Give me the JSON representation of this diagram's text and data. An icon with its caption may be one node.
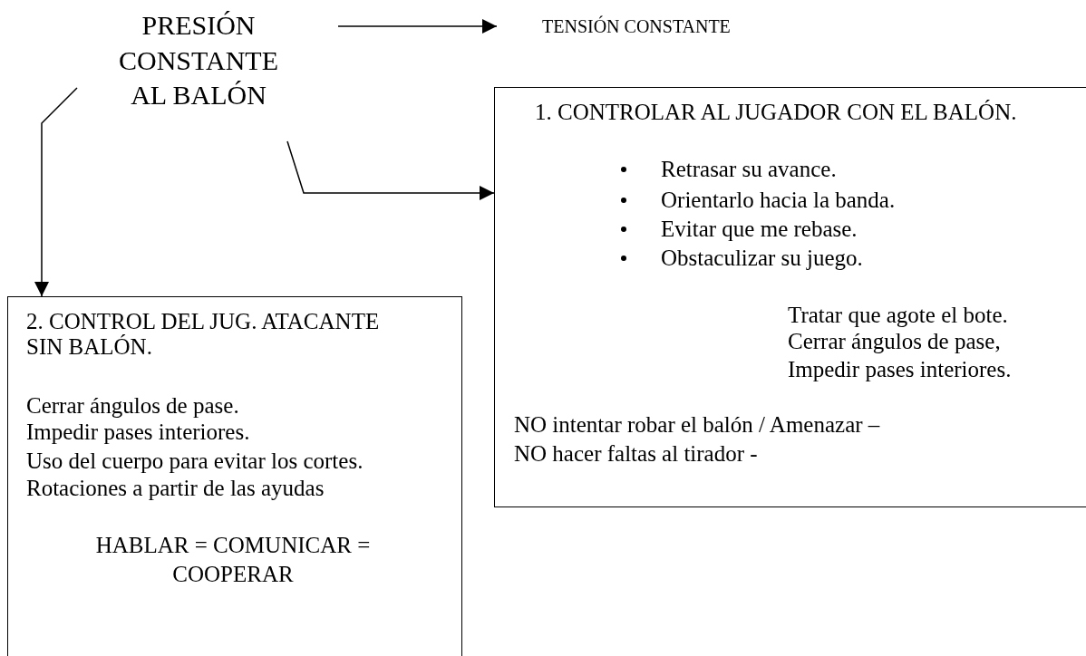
{
  "diagram": {
    "nodes": [
      {
        "text": [
          "PRESIÓN CONSTANTE AL BALÓN"
        ]
      },
      {
        "text": [
          "TENSIÓN CONSTANTE"
        ]
      },
      {
        "text": [
          "1. CONTROLAR AL JUGADOR CON EL BALÓN.",
          "Retrasar su avance.",
          "Orientarlo hacia la banda.",
          "Evitar que me rebase.",
          "Obstaculizar su juego.",
          "Tratar que agote el bote.",
          "Cerrar ángulos de pase,",
          "Impedir pases interiores.",
          "NO intentar robar el balón / Amenazar –",
          "NO hacer faltas al tirador -"
        ]
      },
      {
        "text": [
          "2. CONTROL DEL JUG. ATACANTE SIN BALÓN.",
          "Cerrar ángulos de pase.",
          "Impedir pases interiores.",
          "Uso del cuerpo para evitar los cortes.",
          "Rotaciones a partir de las ayudas",
          "HABLAR = COMUNICAR = COOPERAR"
        ]
      }
    ],
    "edges": [
      {
        "from": 0,
        "to": 1,
        "arrow": "to"
      },
      {
        "from": 0,
        "to": 2,
        "arrow": "to"
      },
      {
        "from": 0,
        "to": 3,
        "arrow": "to"
      }
    ]
  }
}
